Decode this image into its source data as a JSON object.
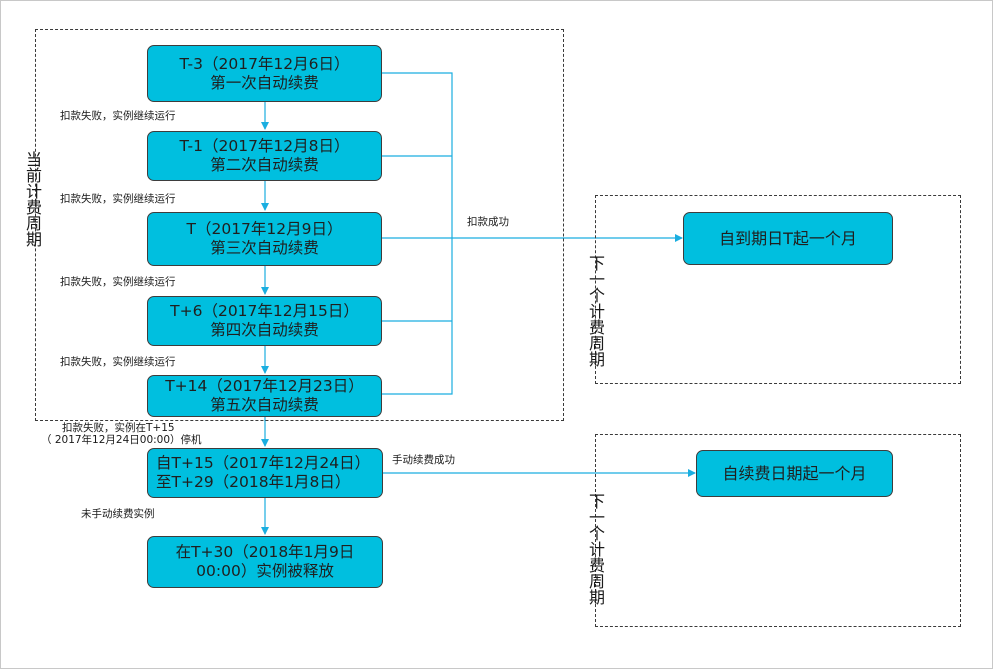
{
  "frames": {
    "current_period_label": "当前计费周期",
    "next_period_label_top": "下一个计费周期",
    "next_period_label_bottom": "下一个计费周期"
  },
  "attempts": [
    {
      "line1": "T-3（2017年12月6日）",
      "line2": "第一次自动续费"
    },
    {
      "line1": "T-1（2017年12月8日）",
      "line2": "第二次自动续费"
    },
    {
      "line1": "T（2017年12月9日）",
      "line2": "第三次自动续费"
    },
    {
      "line1": "T+6（2017年12月15日）",
      "line2": "第四次自动续费"
    },
    {
      "line1": "T+14（2017年12月23日）",
      "line2": "第五次自动续费"
    }
  ],
  "manual_window": {
    "line1": "自T+15（2017年12月24日）",
    "line2": "至T+29（2018年1月8日）"
  },
  "release": {
    "line1": "在T+30（2018年1月9日",
    "line2": "00:00）实例被释放"
  },
  "success_auto_target": "自到期日T起一个月",
  "success_manual_target": "自续费日期起一个月",
  "edge_labels": {
    "fail_continue_1": "扣款失败，实例继续运行",
    "fail_continue_2": "扣款失败，实例继续运行",
    "fail_continue_3": "扣款失败，实例继续运行",
    "fail_continue_4": "扣款失败，实例继续运行",
    "fail_stop_line1": "扣款失败，实例在T+15",
    "fail_stop_line2": "（  2017年12月24日00:00）停机",
    "charge_success": "扣款成功",
    "manual_success": "手动续费成功",
    "no_manual_renew": "未手动续费实例"
  },
  "colors": {
    "box_fill": "#00bfdf",
    "arrow": "#1aaee0",
    "frame": "#3a3a3a"
  }
}
